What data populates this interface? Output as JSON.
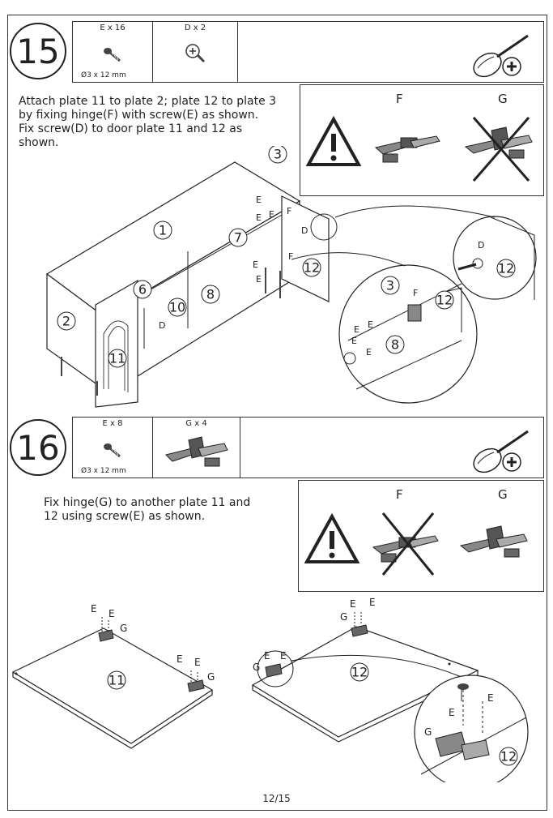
{
  "page_number": "12/15",
  "step15": {
    "number": "15",
    "parts": [
      {
        "label": "E x 16",
        "spec": "Ø3 x 12 mm",
        "icon": "screw-icon"
      },
      {
        "label": "D x 2",
        "icon": "dowel-screw-icon"
      }
    ],
    "tool": "phillips-screwdriver-icon",
    "instruction": "Attach plate 11 to plate 2; plate 12 to plate 3\nby fixing hinge(F) with screw(E) as shown.\nFix screw(D) to door plate 11 and 12 as\nshown.",
    "warning": {
      "left_label": "F",
      "right_label": "G"
    },
    "diagram_labels": {
      "plate1": "1",
      "plate2": "2",
      "plate3": "3",
      "plate6": "6",
      "plate7": "7",
      "plate8": "8",
      "plate10": "10",
      "plate11": "11",
      "plate12": "12",
      "screw_e": "E",
      "hinge_f": "F",
      "screw_d": "D"
    }
  },
  "step16": {
    "number": "16",
    "parts": [
      {
        "label": "E x 8",
        "spec": "Ø3 x 12 mm",
        "icon": "screw-icon"
      },
      {
        "label": "G x 4",
        "icon": "hinge-icon"
      }
    ],
    "tool": "phillips-screwdriver-icon",
    "instruction": "Fix hinge(G) to another plate 11 and\n12 using screw(E) as shown.",
    "warning": {
      "left_label": "F",
      "right_label": "G"
    },
    "diagram_labels": {
      "plate11": "11",
      "plate12": "12",
      "screw_e": "E",
      "hinge_g": "G"
    }
  }
}
